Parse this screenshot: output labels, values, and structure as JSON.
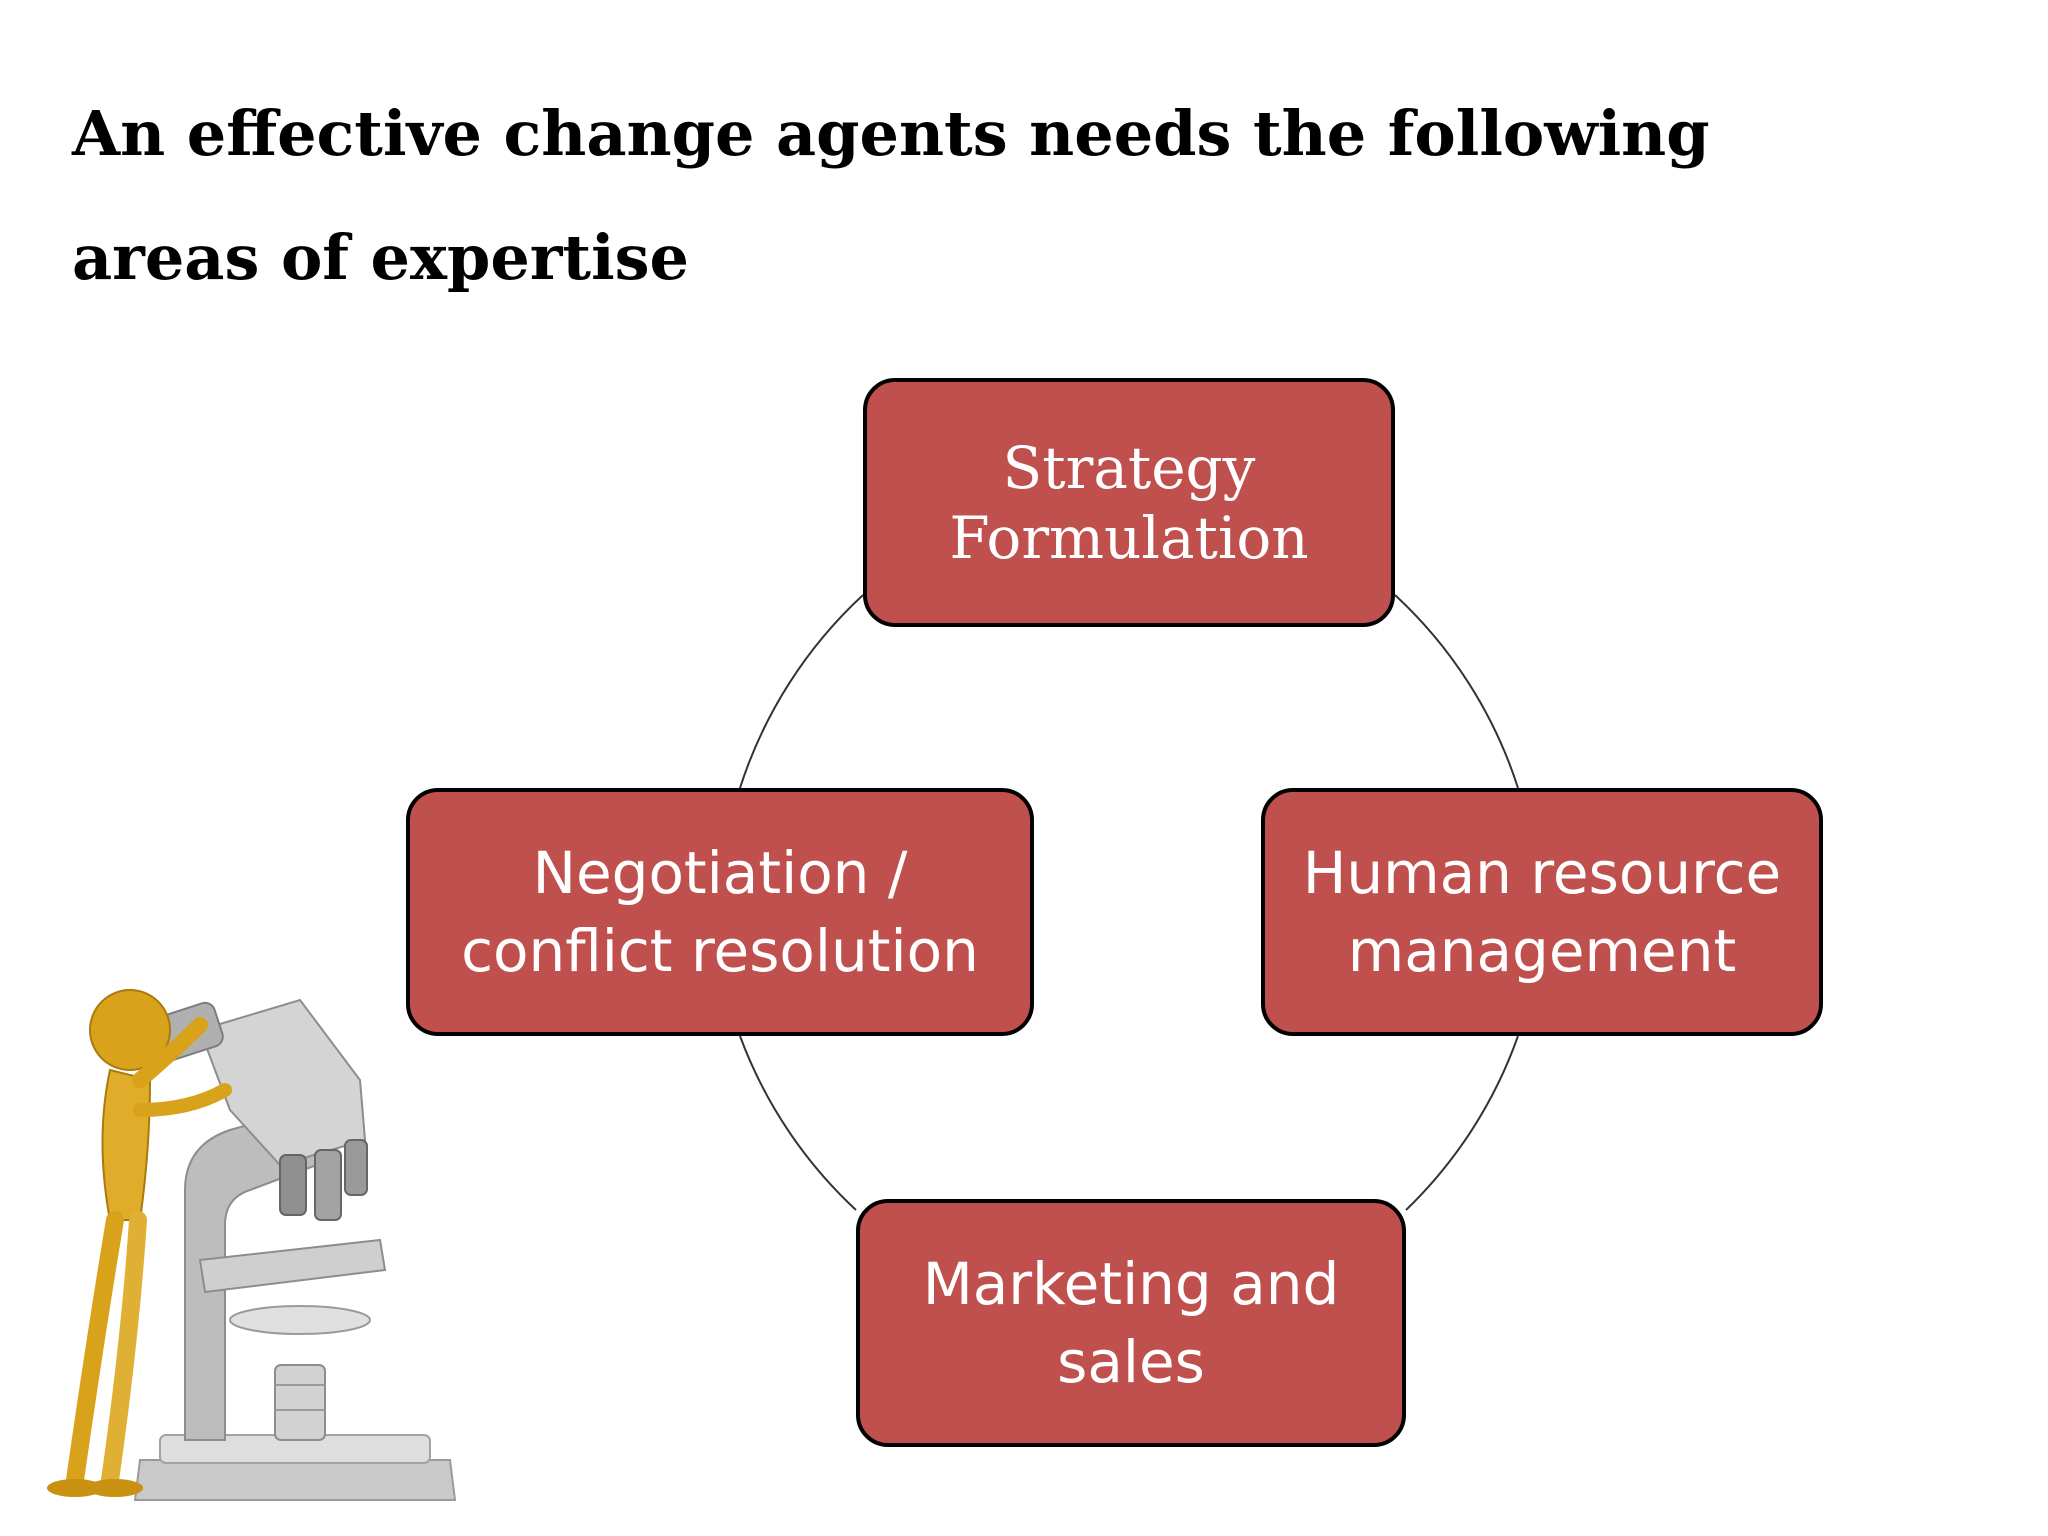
{
  "slide": {
    "title": "An effective change agents needs the following areas of expertise"
  },
  "diagram": {
    "type": "cycle",
    "nodes": [
      {
        "id": "strategy",
        "label": "Strategy\nFormulation"
      },
      {
        "id": "hr",
        "label": "Human resource\nmanagement"
      },
      {
        "id": "marketing",
        "label": "Marketing and\nsales"
      },
      {
        "id": "negotiation",
        "label": "Negotiation /\nconflict resolution"
      }
    ],
    "colors": {
      "node_fill": "#c0504d",
      "node_border": "#000000",
      "node_text": "#ffffff",
      "connector": "#333333"
    }
  },
  "illustration": {
    "icon": "figure-with-microscope-icon",
    "colors": {
      "figure": "#d9a21b",
      "microscope": "#b8b8b8"
    }
  }
}
